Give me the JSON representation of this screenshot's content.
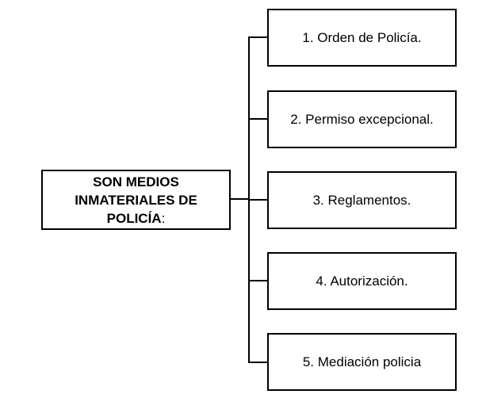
{
  "root": {
    "line1": "SON MEDIOS",
    "line2": "INMATERIALES DE",
    "line3": "POLICÍA",
    "suffix": ":"
  },
  "items": [
    {
      "label": "1. Orden de Policía."
    },
    {
      "label": "2. Permiso excepcional."
    },
    {
      "label": "3. Reglamentos."
    },
    {
      "label": "4. Autorización."
    },
    {
      "label": "5. Mediación policia"
    }
  ]
}
